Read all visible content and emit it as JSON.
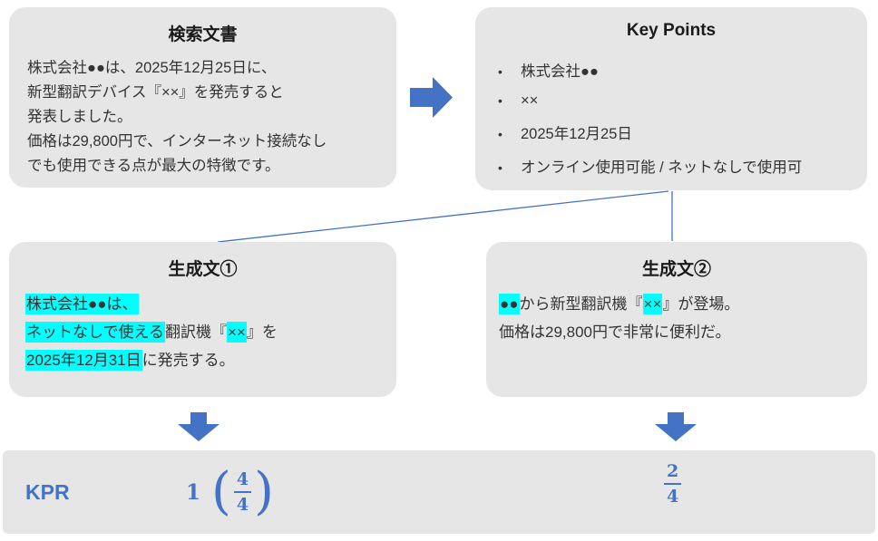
{
  "colors": {
    "accent": "#4472C4",
    "highlight": "#00FFFF",
    "box_bg": "#E7E6E6"
  },
  "source": {
    "title": "検索文書",
    "lines": [
      "株式会社●●は、2025年12月25日に、",
      "新型翻訳デバイス『××』を発売すると",
      "発表しました。",
      "価格は29,800円で、インターネット接続なし",
      "でも使用できる点が最大の特徴です。"
    ]
  },
  "keypoints": {
    "title": "Key Points",
    "bullets": [
      "株式会社●●",
      "××",
      "2025年12月25日",
      "オンライン使用可能 / ネットなしで使用可"
    ]
  },
  "gen1": {
    "title": "生成文①",
    "lines": [
      {
        "segs": [
          {
            "t": "株式会社●●は、",
            "hl": true
          }
        ]
      },
      {
        "segs": [
          {
            "t": "ネットなしで使える",
            "hl": true
          },
          {
            "t": "翻訳機『",
            "hl": false
          },
          {
            "t": "××",
            "hl": true
          },
          {
            "t": "』を",
            "hl": false
          }
        ]
      },
      {
        "segs": [
          {
            "t": "2025年12月31日",
            "hl": true
          },
          {
            "t": "に発売する。",
            "hl": false
          }
        ]
      }
    ]
  },
  "gen2": {
    "title": "生成文②",
    "lines": [
      {
        "segs": [
          {
            "t": "●●",
            "hl": true
          },
          {
            "t": "から新型翻訳機『",
            "hl": false
          },
          {
            "t": "××",
            "hl": true
          },
          {
            "t": "』が登場。",
            "hl": false
          }
        ]
      },
      {
        "segs": [
          {
            "t": "価格は29,800円で非常に便利だ。",
            "hl": false
          }
        ]
      }
    ]
  },
  "kpr": {
    "label": "KPR",
    "score1": {
      "whole": "1",
      "open": "(",
      "num": "4",
      "den": "4",
      "close": ")"
    },
    "score2": {
      "num": "2",
      "den": "4"
    }
  }
}
